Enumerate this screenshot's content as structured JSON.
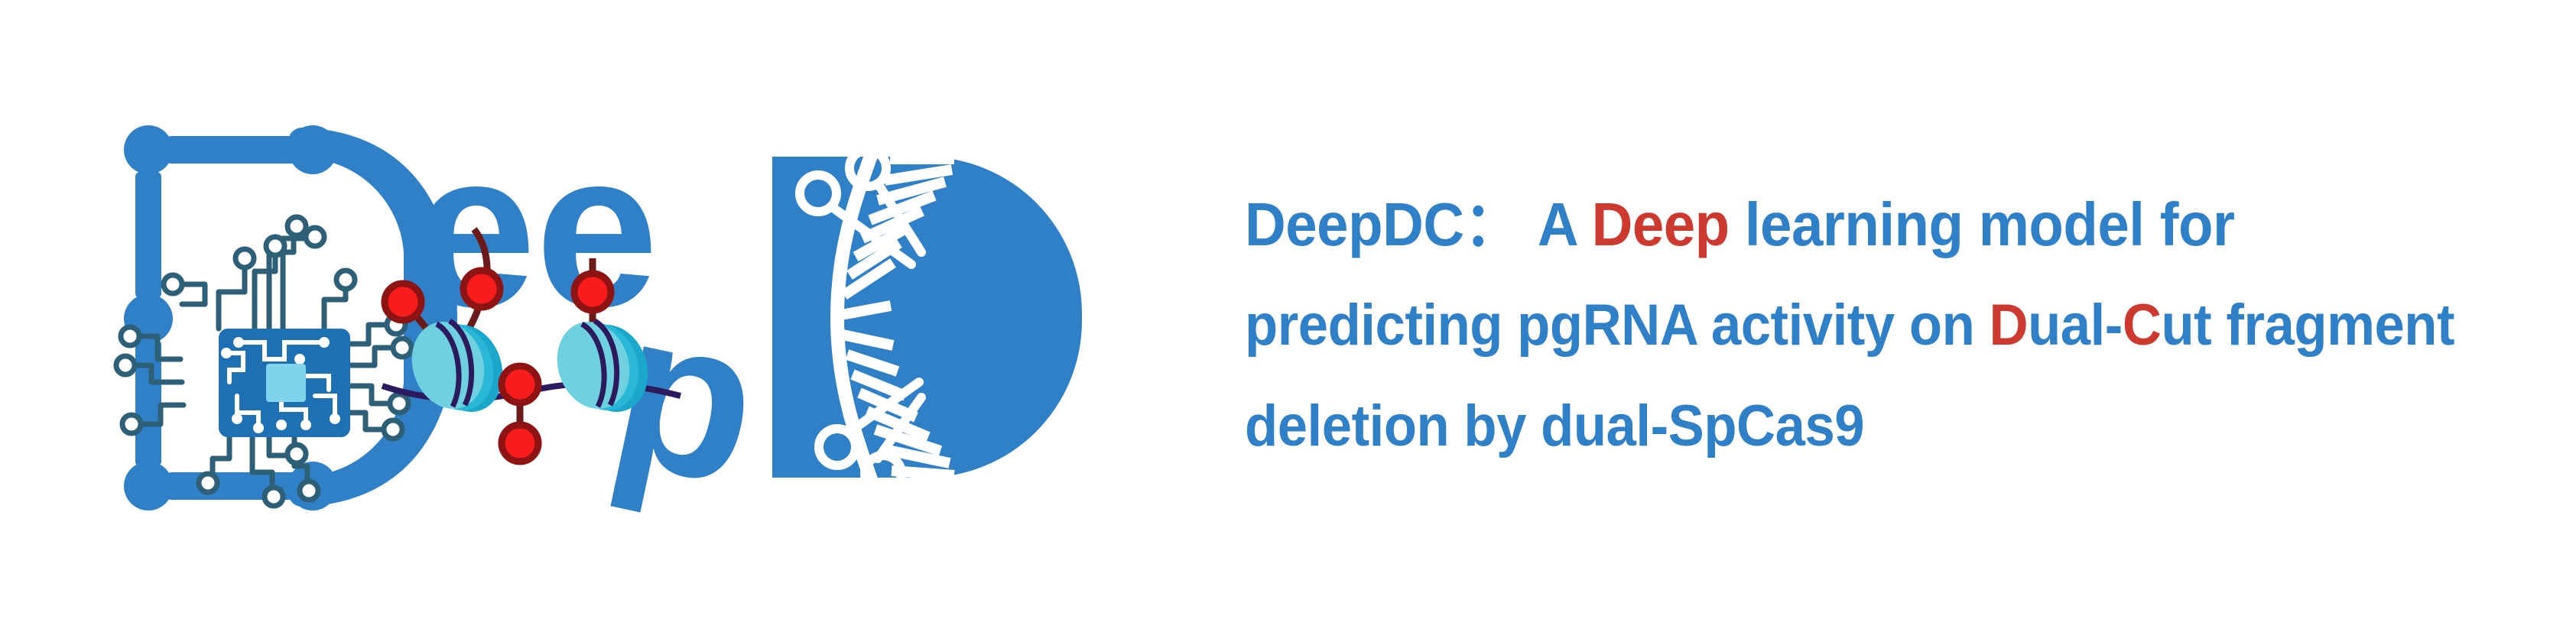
{
  "banner": {
    "background_color": "#ffffff",
    "accent_blue": "#3080c8",
    "accent_red": "#cc3a2f",
    "chip_blue": "#1f6fb5",
    "chip_core": "#7fd3ea",
    "trace_color": "#2d5f77",
    "nucleosome_light": "#6fd0e0",
    "nucleosome_mid": "#2ab8d8",
    "nucleosome_dark": "#1aa7cc",
    "dna_wrap_color": "#2b1a5e",
    "node_red": "#f91c1c",
    "node_red_stroke": "#8e1414",
    "linker_color": "#6b1a1a"
  },
  "logo": {
    "wordmark": "Deep",
    "letters": [
      {
        "id": "letter-d-bracket",
        "glyph": "D",
        "style": "bracket-frame-with-arc-and-chip"
      },
      {
        "id": "letter-e-1",
        "glyph": "e"
      },
      {
        "id": "letter-e-2",
        "glyph": "e"
      },
      {
        "id": "letter-p",
        "glyph": "p"
      },
      {
        "id": "letter-d-dna",
        "glyph": "D",
        "style": "solid-blue-bowl-with-dna"
      }
    ],
    "icons": {
      "ai_chip": "cpu-chip-icon",
      "nucleosome": "nucleosome-icon",
      "dna_helix": "dna-helix-icon",
      "scissors_top": "scissors-icon",
      "scissors_bottom": "scissors-icon"
    },
    "nucleosome_count": 2,
    "node_count": 5,
    "corner_dot_count": 4
  },
  "title": {
    "line1": {
      "name": "DeepDC",
      "colon": "：",
      "seg_a": "A ",
      "seg_deep": "Deep",
      "seg_b": " learning model for"
    },
    "line2": {
      "seg_a": "predicting pgRNA activity on ",
      "seg_d": "D",
      "seg_ual": "ual-",
      "seg_c": "C",
      "seg_ut": "ut",
      "seg_b": " fragment"
    },
    "line3": {
      "text": "deletion by dual-SpCas9"
    },
    "full_text": "DeepDC： A Deep learning model for predicting pgRNA activity on Dual-Cut fragment deletion by dual-SpCas9"
  }
}
